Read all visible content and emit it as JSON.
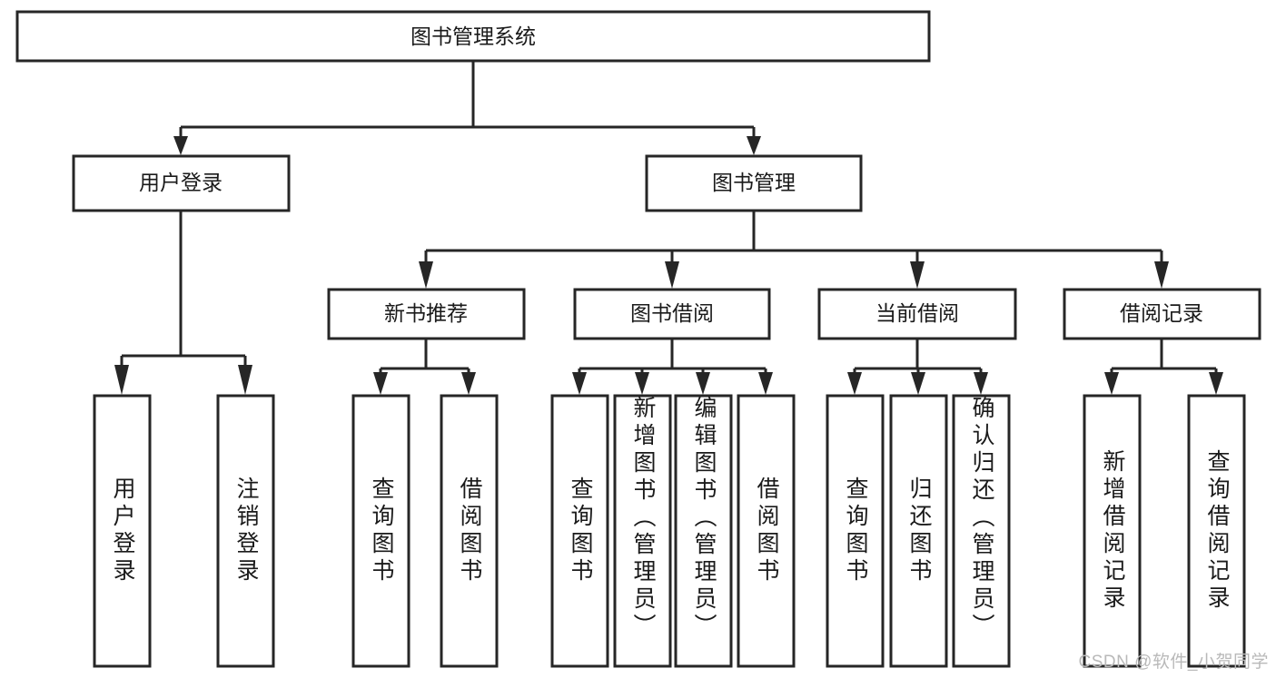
{
  "diagram": {
    "type": "hierarchy-tree",
    "title": "图书管理系统",
    "orientation": "top-down",
    "colors": {
      "box_stroke": "#262626",
      "box_fill": "#ffffff",
      "connector": "#262626",
      "text": "#1a1a1a",
      "watermark": "#b9b9b9",
      "background": "#ffffff"
    },
    "root": {
      "label": "图书管理系统"
    },
    "level2": [
      {
        "label": "用户登录"
      },
      {
        "label": "图书管理"
      }
    ],
    "level3": [
      {
        "label": "新书推荐"
      },
      {
        "label": "图书借阅"
      },
      {
        "label": "当前借阅"
      },
      {
        "label": "借阅记录"
      }
    ],
    "leaves": {
      "user_login": [
        {
          "label": "用户登录"
        },
        {
          "label": "注销登录"
        }
      ],
      "new_book_recommend": [
        {
          "label": "查询图书"
        },
        {
          "label": "借阅图书"
        }
      ],
      "book_borrow": [
        {
          "label": "查询图书"
        },
        {
          "label": "新增图书（管理员）"
        },
        {
          "label": "编辑图书（管理员）"
        },
        {
          "label": "借阅图书"
        }
      ],
      "current_borrow": [
        {
          "label": "查询图书"
        },
        {
          "label": "归还图书"
        },
        {
          "label": "确认归还（管理员）"
        }
      ],
      "borrow_record": [
        {
          "label": "新增借阅记录"
        },
        {
          "label": "查询借阅记录"
        }
      ]
    }
  },
  "watermark": {
    "text": "CSDN @软件_小贺同学"
  }
}
